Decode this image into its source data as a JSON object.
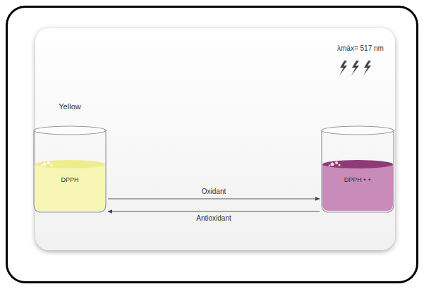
{
  "diagram": {
    "nodes": [
      {
        "text": [
          "Yellow",
          "DPPH"
        ]
      },
      {
        "text": [
          "DPPH • +"
        ]
      }
    ],
    "edges": [
      {
        "from": 0,
        "to": 1,
        "arrow": "to",
        "label": "Oxidant"
      },
      {
        "from": 1,
        "to": 0,
        "arrow": "to",
        "label": "Antioxidant"
      }
    ],
    "labels": [
      "λmáx= 517 nm"
    ]
  }
}
